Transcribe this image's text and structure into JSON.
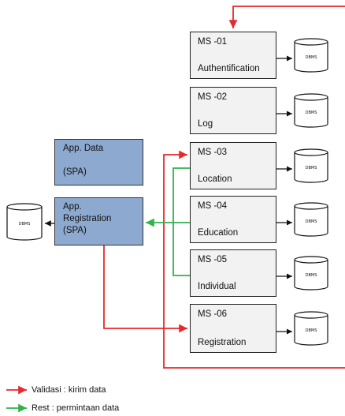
{
  "services": [
    {
      "code": "MS -01",
      "name": "Authentification"
    },
    {
      "code": "MS -02",
      "name": "Log"
    },
    {
      "code": "MS -03",
      "name": "Location"
    },
    {
      "code": "MS -04",
      "name": "Education"
    },
    {
      "code": "MS -05",
      "name": "Individual"
    },
    {
      "code": "MS -06",
      "name": "Registration"
    }
  ],
  "apps": {
    "data": {
      "line1": "App. Data",
      "line2": "",
      "line3": "(SPA)"
    },
    "registration": {
      "line1": "App.",
      "line2": "Registration",
      "line3": "(SPA)"
    }
  },
  "db_label": "DBMS",
  "legend": {
    "red": {
      "label": "Validasi : kirim data",
      "color": "#e8282b"
    },
    "green": {
      "label": "Rest : permintaan data",
      "color": "#2fb34a"
    }
  }
}
